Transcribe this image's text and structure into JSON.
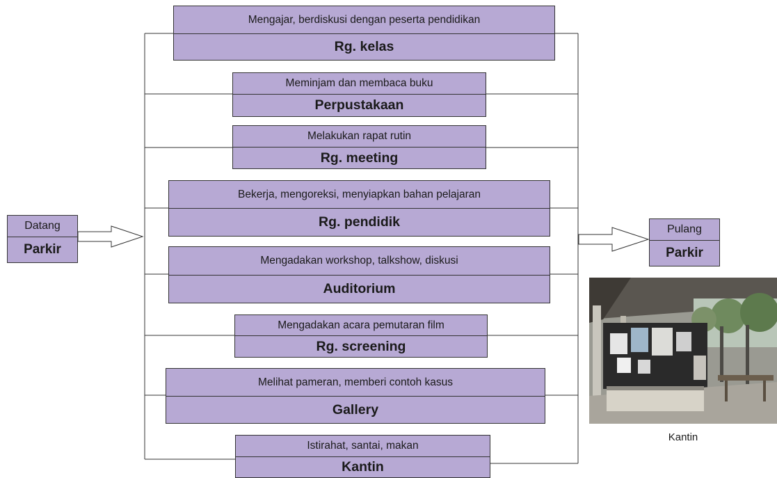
{
  "arrival": {
    "top": "Datang",
    "bottom": "Parkir"
  },
  "departure": {
    "top": "Pulang",
    "bottom": "Parkir"
  },
  "rooms": [
    {
      "activity": "Mengajar, berdiskusi dengan peserta pendidikan",
      "name": "Rg. kelas"
    },
    {
      "activity": "Meminjam dan membaca buku",
      "name": "Perpustakaan"
    },
    {
      "activity": "Melakukan rapat rutin",
      "name": "Rg. meeting"
    },
    {
      "activity": "Bekerja, mengoreksi, menyiapkan bahan pelajaran",
      "name": "Rg. pendidik"
    },
    {
      "activity": "Mengadakan workshop, talkshow, diskusi",
      "name": "Auditorium"
    },
    {
      "activity": "Mengadakan acara pemutaran film",
      "name": "Rg. screening"
    },
    {
      "activity": "Melihat pameran, memberi contoh kasus",
      "name": "Gallery"
    },
    {
      "activity": "Istirahat, santai, makan",
      "name": "Kantin"
    }
  ],
  "photo": {
    "caption": "Kantin"
  },
  "colors": {
    "box_fill": "#b7a9d4",
    "line": "#333333"
  }
}
